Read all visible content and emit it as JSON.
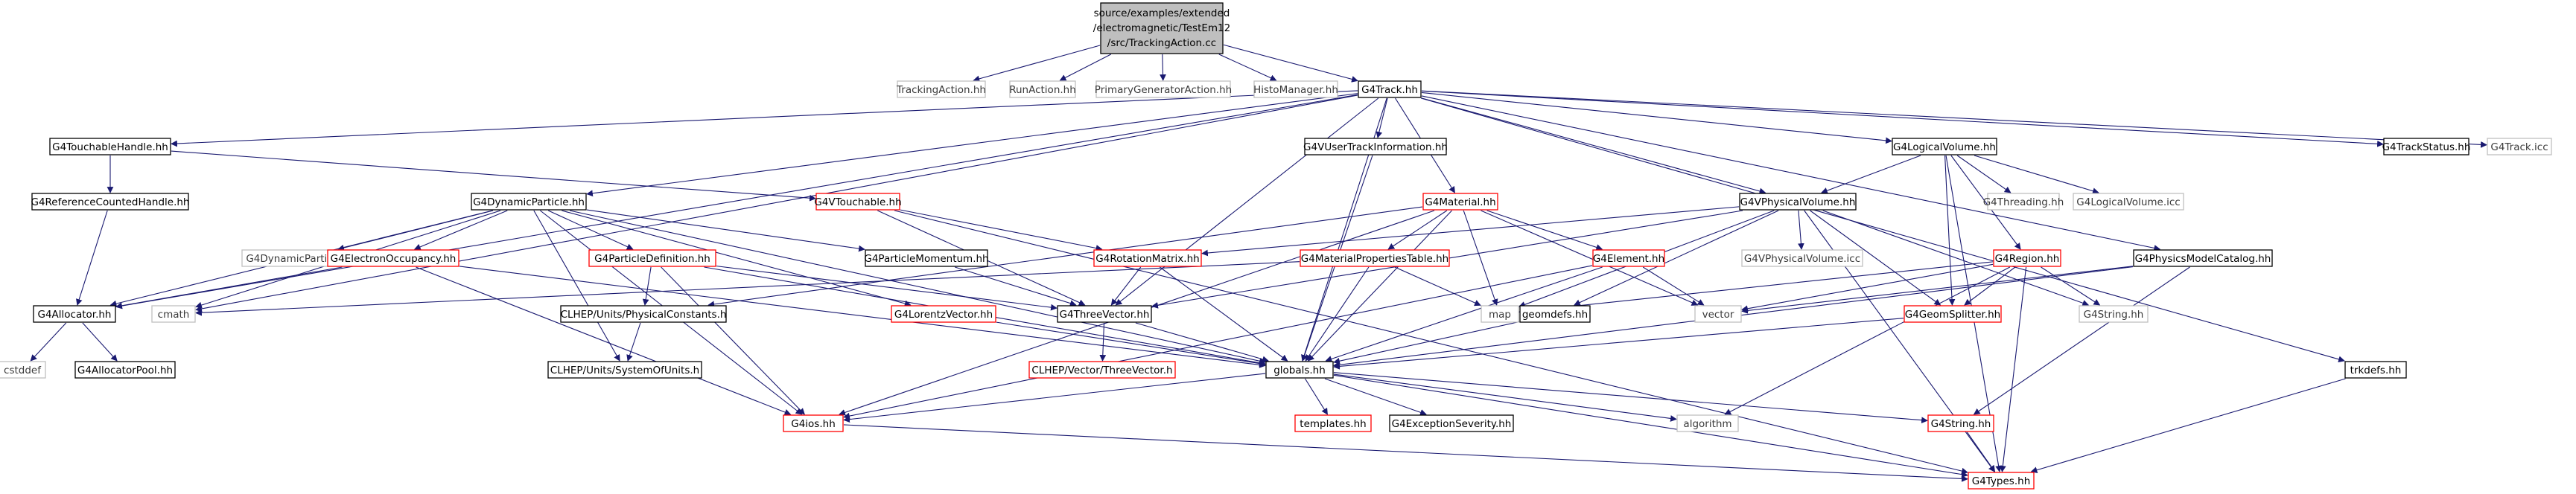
{
  "root": {
    "lines": [
      "source/examples/extended",
      "/electromagnetic/TestEm12",
      "/src/TrackingAction.cc"
    ]
  },
  "nodes": [
    {
      "id": "TrackingAction",
      "label": "TrackingAction.hh",
      "style": "gray"
    },
    {
      "id": "RunAction",
      "label": "RunAction.hh",
      "style": "gray"
    },
    {
      "id": "PrimaryGeneratorAction",
      "label": "PrimaryGeneratorAction.hh",
      "style": "gray"
    },
    {
      "id": "HistoManager",
      "label": "HistoManager.hh",
      "style": "gray"
    },
    {
      "id": "G4Track",
      "label": "G4Track.hh",
      "style": "black"
    },
    {
      "id": "G4TouchableHandle",
      "label": "G4TouchableHandle.hh",
      "style": "black"
    },
    {
      "id": "G4VUserTrackInformation",
      "label": "G4VUserTrackInformation.hh",
      "style": "black"
    },
    {
      "id": "G4LogicalVolume",
      "label": "G4LogicalVolume.hh",
      "style": "black"
    },
    {
      "id": "G4TrackStatus",
      "label": "G4TrackStatus.hh",
      "style": "black"
    },
    {
      "id": "G4Trackicc",
      "label": "G4Track.icc",
      "style": "gray"
    },
    {
      "id": "G4ReferenceCountedHandle",
      "label": "G4ReferenceCountedHandle.hh",
      "style": "black"
    },
    {
      "id": "G4VTouchable",
      "label": "G4VTouchable.hh",
      "style": "red"
    },
    {
      "id": "G4DynamicParticle",
      "label": "G4DynamicParticle.hh",
      "style": "black"
    },
    {
      "id": "G4Material",
      "label": "G4Material.hh",
      "style": "red"
    },
    {
      "id": "G4VPhysicalVolume",
      "label": "G4VPhysicalVolume.hh",
      "style": "black"
    },
    {
      "id": "G4Threading",
      "label": "G4Threading.hh",
      "style": "gray"
    },
    {
      "id": "G4LogicalVolumeicc",
      "label": "G4LogicalVolume.icc",
      "style": "gray"
    },
    {
      "id": "G4DynamicParticleicc",
      "label": "G4DynamicParticle.icc",
      "style": "gray"
    },
    {
      "id": "G4ElectronOccupancy",
      "label": "G4ElectronOccupancy.hh",
      "style": "red"
    },
    {
      "id": "G4ParticleDefinition",
      "label": "G4ParticleDefinition.hh",
      "style": "red"
    },
    {
      "id": "G4ParticleMomentum",
      "label": "G4ParticleMomentum.hh",
      "style": "black"
    },
    {
      "id": "G4RotationMatrix",
      "label": "G4RotationMatrix.hh",
      "style": "red"
    },
    {
      "id": "G4MaterialPropertiesTable",
      "label": "G4MaterialPropertiesTable.hh",
      "style": "red"
    },
    {
      "id": "G4Element",
      "label": "G4Element.hh",
      "style": "red"
    },
    {
      "id": "G4VPhysicalVolumeicc",
      "label": "G4VPhysicalVolume.icc",
      "style": "gray"
    },
    {
      "id": "G4Region",
      "label": "G4Region.hh",
      "style": "red"
    },
    {
      "id": "G4PhysicsModelCatalog",
      "label": "G4PhysicsModelCatalog.hh",
      "style": "black"
    },
    {
      "id": "G4Allocator",
      "label": "G4Allocator.hh",
      "style": "black"
    },
    {
      "id": "cmath",
      "label": "cmath",
      "style": "gray"
    },
    {
      "id": "CLHEPPhysicalConstants",
      "label": "CLHEP/Units/PhysicalConstants.h",
      "style": "black"
    },
    {
      "id": "G4LorentzVector",
      "label": "G4LorentzVector.hh",
      "style": "red"
    },
    {
      "id": "G4ThreeVector",
      "label": "G4ThreeVector.hh",
      "style": "black"
    },
    {
      "id": "map",
      "label": "map",
      "style": "gray"
    },
    {
      "id": "geomdefs",
      "label": "geomdefs.hh",
      "style": "black"
    },
    {
      "id": "vector",
      "label": "vector",
      "style": "gray"
    },
    {
      "id": "G4GeomSplitter",
      "label": "G4GeomSplitter.hh",
      "style": "red"
    },
    {
      "id": "G4Stringhh",
      "label": "G4String.hh",
      "style": "gray"
    },
    {
      "id": "cstddef",
      "label": "cstddef",
      "style": "gray"
    },
    {
      "id": "G4AllocatorPool",
      "label": "G4AllocatorPool.hh",
      "style": "black"
    },
    {
      "id": "CLHEPSystemOfUnits",
      "label": "CLHEP/Units/SystemOfUnits.h",
      "style": "black"
    },
    {
      "id": "CLHEPThreeVector",
      "label": "CLHEP/Vector/ThreeVector.h",
      "style": "red"
    },
    {
      "id": "globals",
      "label": "globals.hh",
      "style": "black"
    },
    {
      "id": "trkdefs",
      "label": "trkdefs.hh",
      "style": "black"
    },
    {
      "id": "G4ios",
      "label": "G4ios.hh",
      "style": "red"
    },
    {
      "id": "templates",
      "label": "templates.hh",
      "style": "red"
    },
    {
      "id": "G4ExceptionSeverity",
      "label": "G4ExceptionSeverity.hh",
      "style": "black"
    },
    {
      "id": "algorithm",
      "label": "algorithm",
      "style": "gray"
    },
    {
      "id": "G4String",
      "label": "G4String.hh",
      "style": "red"
    },
    {
      "id": "G4Types",
      "label": "G4Types.hh",
      "style": "red"
    }
  ],
  "edges": [
    [
      "root",
      "TrackingAction"
    ],
    [
      "root",
      "RunAction"
    ],
    [
      "root",
      "PrimaryGeneratorAction"
    ],
    [
      "root",
      "HistoManager"
    ],
    [
      "root",
      "G4Track"
    ],
    [
      "G4Track",
      "G4TouchableHandle"
    ],
    [
      "G4Track",
      "G4VUserTrackInformation"
    ],
    [
      "G4Track",
      "G4LogicalVolume"
    ],
    [
      "G4Track",
      "G4TrackStatus"
    ],
    [
      "G4Track",
      "G4Trackicc"
    ],
    [
      "G4Track",
      "G4DynamicParticle"
    ],
    [
      "G4Track",
      "G4Material"
    ],
    [
      "G4Track",
      "G4VPhysicalVolume"
    ],
    [
      "G4Track",
      "G4PhysicsModelCatalog"
    ],
    [
      "G4Track",
      "G4Allocator"
    ],
    [
      "G4Track",
      "cmath"
    ],
    [
      "G4Track",
      "G4ThreeVector"
    ],
    [
      "G4Track",
      "globals"
    ],
    [
      "G4Track",
      "trkdefs"
    ],
    [
      "G4TouchableHandle",
      "G4ReferenceCountedHandle"
    ],
    [
      "G4TouchableHandle",
      "G4VTouchable"
    ],
    [
      "G4ReferenceCountedHandle",
      "G4Allocator"
    ],
    [
      "G4VTouchable",
      "G4ThreeVector"
    ],
    [
      "G4VTouchable",
      "G4RotationMatrix"
    ],
    [
      "G4VTouchable",
      "G4Types"
    ],
    [
      "G4VUserTrackInformation",
      "globals"
    ],
    [
      "G4LogicalVolume",
      "G4VPhysicalVolume"
    ],
    [
      "G4LogicalVolume",
      "G4Threading"
    ],
    [
      "G4LogicalVolume",
      "G4LogicalVolumeicc"
    ],
    [
      "G4LogicalVolume",
      "G4Region"
    ],
    [
      "G4LogicalVolume",
      "G4GeomSplitter"
    ],
    [
      "G4LogicalVolume",
      "G4Types"
    ],
    [
      "G4DynamicParticle",
      "G4DynamicParticleicc"
    ],
    [
      "G4DynamicParticle",
      "G4ElectronOccupancy"
    ],
    [
      "G4DynamicParticle",
      "G4ParticleDefinition"
    ],
    [
      "G4DynamicParticle",
      "G4ParticleMomentum"
    ],
    [
      "G4DynamicParticle",
      "G4LorentzVector"
    ],
    [
      "G4DynamicParticle",
      "G4Allocator"
    ],
    [
      "G4DynamicParticle",
      "cmath"
    ],
    [
      "G4DynamicParticle",
      "CLHEPSystemOfUnits"
    ],
    [
      "G4DynamicParticle",
      "G4ios"
    ],
    [
      "G4DynamicParticle",
      "globals"
    ],
    [
      "G4ElectronOccupancy",
      "G4Allocator"
    ],
    [
      "G4ElectronOccupancy",
      "globals"
    ],
    [
      "G4ElectronOccupancy",
      "G4ios"
    ],
    [
      "G4ParticleDefinition",
      "CLHEPPhysicalConstants"
    ],
    [
      "G4ParticleDefinition",
      "globals"
    ],
    [
      "G4ParticleDefinition",
      "G4ios"
    ],
    [
      "G4ParticleDefinition",
      "G4ThreeVector"
    ],
    [
      "G4ParticleMomentum",
      "G4ThreeVector"
    ],
    [
      "G4Material",
      "G4MaterialPropertiesTable"
    ],
    [
      "G4Material",
      "G4Element"
    ],
    [
      "G4Material",
      "map"
    ],
    [
      "G4Material",
      "vector"
    ],
    [
      "G4Material",
      "G4ios"
    ],
    [
      "G4Material",
      "globals"
    ],
    [
      "G4Material",
      "CLHEPPhysicalConstants"
    ],
    [
      "G4MaterialPropertiesTable",
      "map"
    ],
    [
      "G4MaterialPropertiesTable",
      "globals"
    ],
    [
      "G4MaterialPropertiesTable",
      "cmath"
    ],
    [
      "G4Element",
      "globals"
    ],
    [
      "G4Element",
      "vector"
    ],
    [
      "G4Element",
      "G4ios"
    ],
    [
      "G4VPhysicalVolume",
      "G4RotationMatrix"
    ],
    [
      "G4VPhysicalVolume",
      "G4ThreeVector"
    ],
    [
      "G4VPhysicalVolume",
      "G4VPhysicalVolumeicc"
    ],
    [
      "G4VPhysicalVolume",
      "geomdefs"
    ],
    [
      "G4VPhysicalVolume",
      "G4GeomSplitter"
    ],
    [
      "G4VPhysicalVolume",
      "G4Stringhh"
    ],
    [
      "G4VPhysicalVolume",
      "G4Types"
    ],
    [
      "G4VPhysicalVolume",
      "map"
    ],
    [
      "G4RotationMatrix",
      "globals"
    ],
    [
      "G4RotationMatrix",
      "G4ThreeVector"
    ],
    [
      "G4Region",
      "G4Types"
    ],
    [
      "G4Region",
      "G4Stringhh"
    ],
    [
      "G4Region",
      "vector"
    ],
    [
      "G4Region",
      "map"
    ],
    [
      "G4Region",
      "algorithm"
    ],
    [
      "G4Region",
      "G4GeomSplitter"
    ],
    [
      "G4PhysicsModelCatalog",
      "globals"
    ],
    [
      "G4PhysicsModelCatalog",
      "vector"
    ],
    [
      "G4PhysicsModelCatalog",
      "G4String"
    ],
    [
      "G4Allocator",
      "cstddef"
    ],
    [
      "G4Allocator",
      "G4AllocatorPool"
    ],
    [
      "CLHEPPhysicalConstants",
      "CLHEPSystemOfUnits"
    ],
    [
      "G4LorentzVector",
      "globals"
    ],
    [
      "G4ThreeVector",
      "globals"
    ],
    [
      "G4ThreeVector",
      "CLHEPThreeVector"
    ],
    [
      "geomdefs",
      "globals"
    ],
    [
      "G4GeomSplitter",
      "globals"
    ],
    [
      "globals",
      "G4ios"
    ],
    [
      "globals",
      "templates"
    ],
    [
      "globals",
      "G4ExceptionSeverity"
    ],
    [
      "globals",
      "algorithm"
    ],
    [
      "globals",
      "G4String"
    ],
    [
      "globals",
      "G4Types"
    ],
    [
      "G4ios",
      "G4Types"
    ],
    [
      "G4String",
      "G4Types"
    ],
    [
      "trkdefs",
      "G4Types"
    ]
  ]
}
